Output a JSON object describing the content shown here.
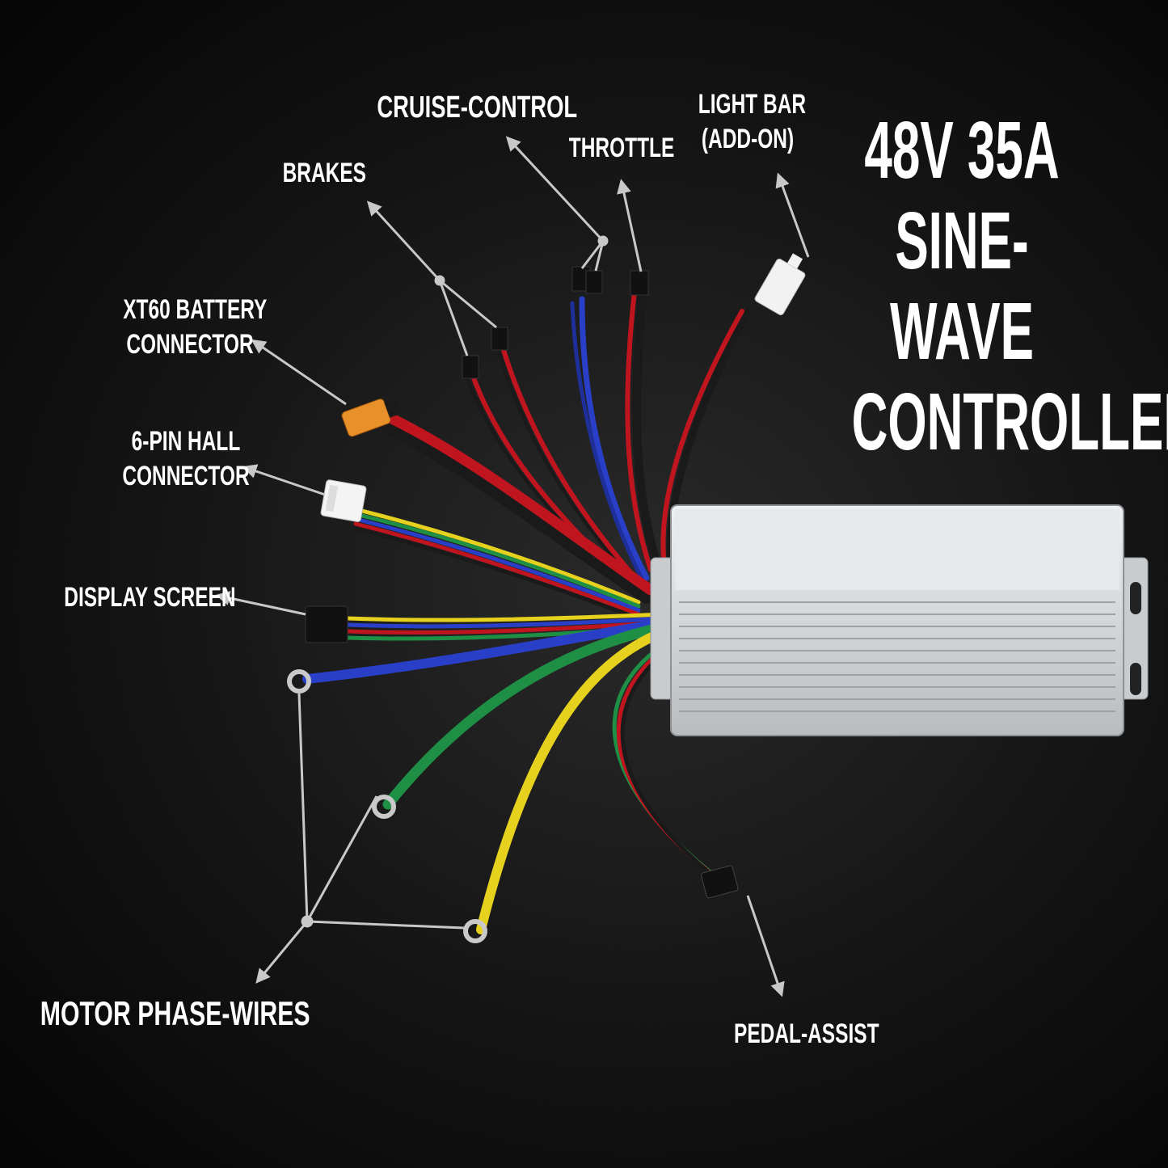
{
  "title": {
    "lines": [
      "48V 35A",
      "SINE-WAVE",
      "CONTROLLER"
    ]
  },
  "labels": {
    "cruise": "CRUISE-CONTROL",
    "brakes": "BRAKES",
    "throttle": "THROTTLE",
    "light_bar": [
      "LIGHT BAR",
      "(ADD-ON)"
    ],
    "xt60": [
      "XT60 BATTERY",
      "CONNECTOR"
    ],
    "hall": [
      "6-PIN HALL",
      "CONNECTOR"
    ],
    "display": "DISPLAY SCREEN",
    "motor": "MOTOR PHASE-WIRES",
    "pedal": "PEDAL-ASSIST"
  },
  "colors": {
    "label": "#ffffff",
    "arrow": "#c8c8c8",
    "wire_red": "#c0151f",
    "wire_black": "#1a1a1a",
    "wire_blue": "#2a3fc8",
    "wire_yellow": "#e6d21e",
    "wire_green": "#1f8f45",
    "xt60_orange": "#e8902a",
    "housing": "#d9dcdf"
  }
}
